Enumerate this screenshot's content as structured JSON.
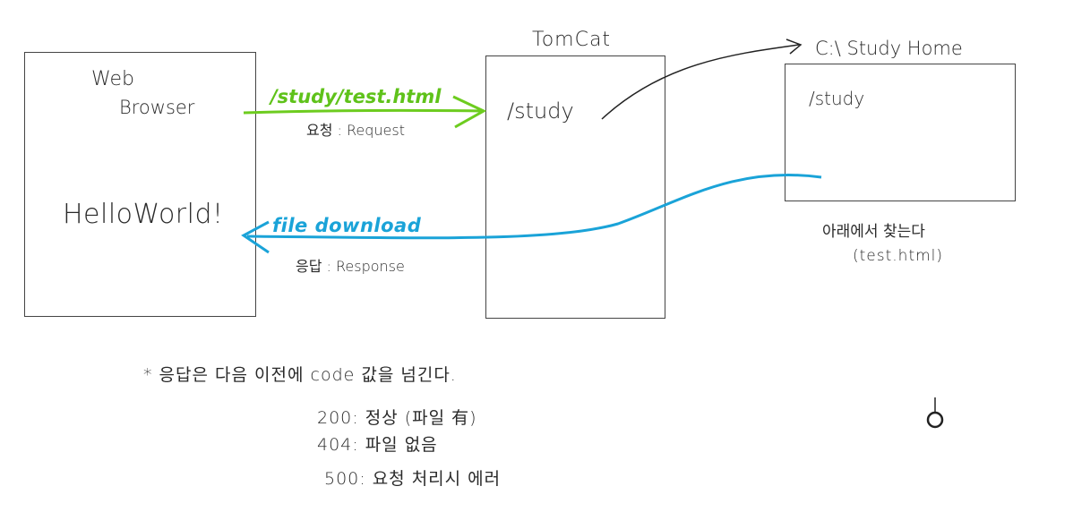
{
  "browser": {
    "title_line1": "Web",
    "title_line2": "Browser",
    "content": "HelloWorld!"
  },
  "tomcat": {
    "title": "TomCat",
    "path": "/study"
  },
  "home": {
    "title": "C:\\ Study Home",
    "path": "/study",
    "find_note": "아래에서 찾는다",
    "find_file": "(test.html)"
  },
  "request": {
    "path": "/study/test.html",
    "label": "요청 : Request",
    "color": "#5fc21a"
  },
  "response": {
    "label_download": "file download",
    "label": "응답 : Response",
    "color": "#1aa3d8"
  },
  "notes": {
    "heading": "* 응답은 다음 이전에 code 값을 넘긴다.",
    "codes": [
      "200: 정상 (파일 有)",
      "404: 파일 없음",
      "500: 요청 처리시 에러"
    ]
  }
}
